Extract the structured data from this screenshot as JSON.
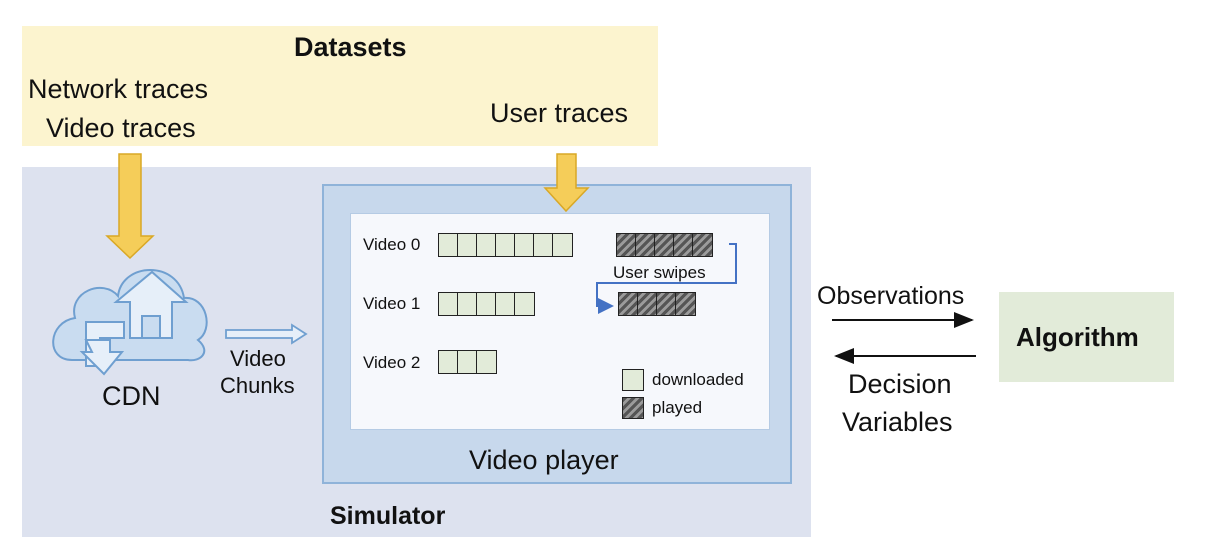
{
  "datasets": {
    "title": "Datasets",
    "network_traces": "Network traces",
    "video_traces": "Video traces",
    "user_traces": "User traces"
  },
  "simulator": {
    "label": "Simulator"
  },
  "cdn": {
    "label": "CDN"
  },
  "video_chunks": {
    "line1": "Video",
    "line2": "Chunks"
  },
  "player": {
    "label": "Video player",
    "videos": [
      {
        "label": "Video 0",
        "downloaded": 7,
        "played": 5
      },
      {
        "label": "Video 1",
        "downloaded": 5,
        "played": 4
      },
      {
        "label": "Video 2",
        "downloaded": 3,
        "played": 0
      }
    ],
    "user_swipes": "User swipes",
    "legend": {
      "downloaded": "downloaded",
      "played": "played"
    }
  },
  "observations": "Observations",
  "decision": {
    "line1": "Decision",
    "line2": "Variables"
  },
  "algorithm": "Algorithm",
  "colors": {
    "datasets_bg": "#fcf4cf",
    "simulator_bg": "#dde2ef",
    "player_bg": "#c7d8ec",
    "downloaded": "#e2ebd9",
    "arrow_yellow": "#f5cd59",
    "cloud": "#c9dcf0"
  }
}
